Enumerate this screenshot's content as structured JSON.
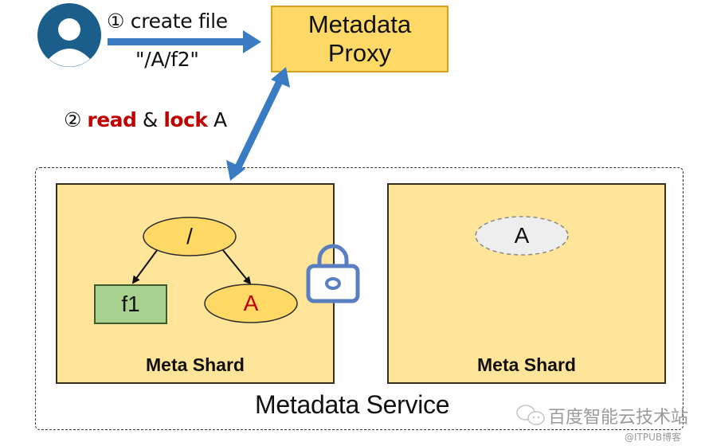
{
  "diagram": {
    "steps": {
      "step1": {
        "number": "①",
        "label": "create file",
        "path": "\"/A/f2\""
      },
      "step2": {
        "number": "②",
        "word1": "read",
        "amp": "&",
        "word2": "lock",
        "target": "A"
      }
    },
    "proxy": {
      "line1": "Metadata",
      "line2": "Proxy"
    },
    "service": {
      "label": "Metadata Service"
    },
    "shards": [
      {
        "label": "Meta Shard",
        "tree": {
          "root": "/",
          "children": [
            {
              "name": "f1",
              "type": "file"
            },
            {
              "name": "A",
              "type": "directory",
              "highlight": true
            }
          ]
        }
      },
      {
        "label": "Meta Shard",
        "ghost_node": "A"
      }
    ],
    "icons": {
      "user": "user-avatar-icon",
      "lock": "lock-icon"
    },
    "watermark": {
      "main": "百度智能云技术站",
      "sub": "@ITPUB博客"
    },
    "colors": {
      "arrow": "#3a7cc4",
      "proxy_fill": "#ffd966",
      "shard_fill": "#ffe599",
      "file_fill": "#a9d18e",
      "node_fill": "#ffd966",
      "ghost_fill": "#eeeeee",
      "highlight_text": "#c00000",
      "user_icon": "#1b5e8c",
      "lock_icon": "#5a7ec2"
    }
  }
}
